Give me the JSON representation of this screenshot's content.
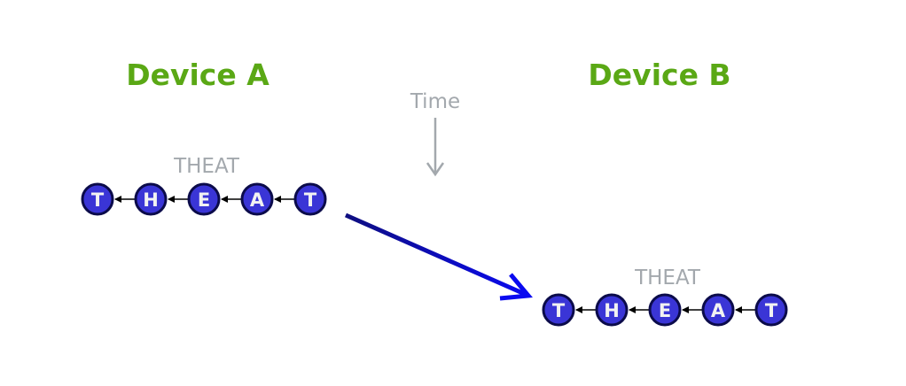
{
  "device_a": {
    "title": "Device A",
    "label": "THEAT",
    "nodes": [
      "T",
      "H",
      "E",
      "A",
      "T"
    ]
  },
  "device_b": {
    "title": "Device B",
    "label": "THEAT",
    "nodes": [
      "T",
      "H",
      "E",
      "A",
      "T"
    ]
  },
  "time_label": "Time",
  "colors": {
    "title": "#5aa815",
    "node_fill": "#3a35d6",
    "node_stroke": "#0b0b4a",
    "transfer_start": "#0e0e80",
    "transfer_end": "#0a0af0",
    "gray": "#a3a8ad"
  }
}
